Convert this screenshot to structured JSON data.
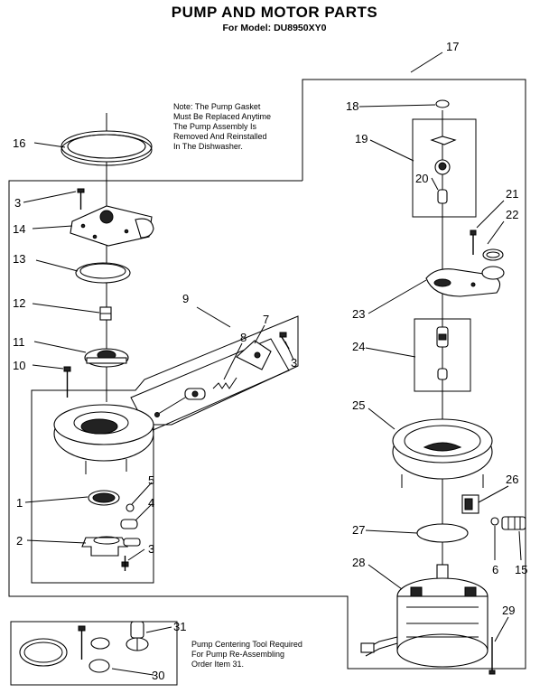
{
  "header": {
    "title": "PUMP AND MOTOR PARTS",
    "subtitle": "For Model: DU8950XY0"
  },
  "notes": {
    "gasket": [
      "Note: The Pump Gasket",
      "Must Be Replaced Anytime",
      "The Pump Assembly Is",
      "Removed And Reinstalled",
      "In The Dishwasher."
    ],
    "tool": [
      "Pump Centering Tool Required",
      "For Pump Re-Assembling",
      "Order Item 31."
    ]
  },
  "callouts": {
    "n1": "1",
    "n2": "2",
    "n3a": "3",
    "n3b": "3",
    "n3c": "3",
    "n4": "4",
    "n5": "5",
    "n6": "6",
    "n7": "7",
    "n8": "8",
    "n9": "9",
    "n10": "10",
    "n11": "11",
    "n12": "12",
    "n13": "13",
    "n14": "14",
    "n15": "15",
    "n16": "16",
    "n17": "17",
    "n18": "18",
    "n19": "19",
    "n20": "20",
    "n21": "21",
    "n22": "22",
    "n23": "23",
    "n24": "24",
    "n25": "25",
    "n26": "26",
    "n27": "27",
    "n28": "28",
    "n29": "29",
    "n30": "30",
    "n31": "31"
  }
}
